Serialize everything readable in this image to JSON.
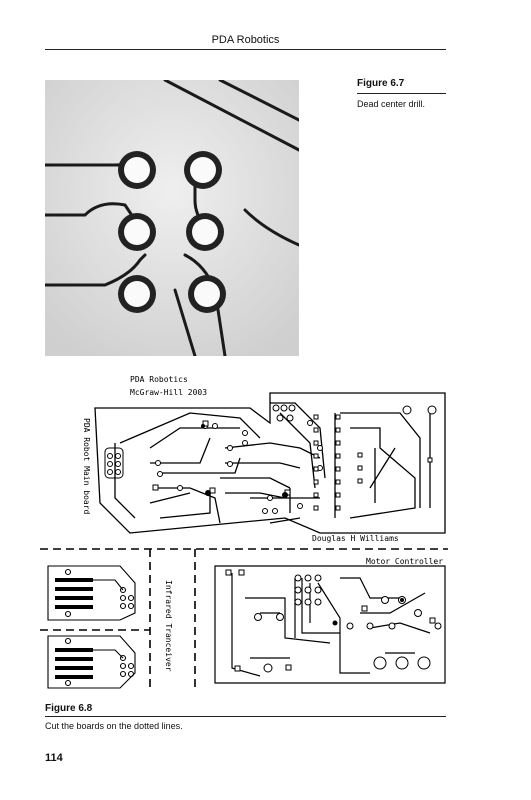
{
  "header": {
    "title": "PDA Robotics"
  },
  "figure_7": {
    "label": "Figure 6.7",
    "caption": "Dead center drill."
  },
  "pcb": {
    "title_line1": "PDA Robotics",
    "title_line2": "McGraw-Hill 2003",
    "main_board_label": "PDA Robot Main board",
    "author": "Douglas H Williams",
    "motor_controller_label": "Motor Controller",
    "infrared_label": "Infrared Tranceiver"
  },
  "figure_8": {
    "label": "Figure 6.8",
    "caption": "Cut the boards on the dotted lines."
  },
  "page_number": "114"
}
